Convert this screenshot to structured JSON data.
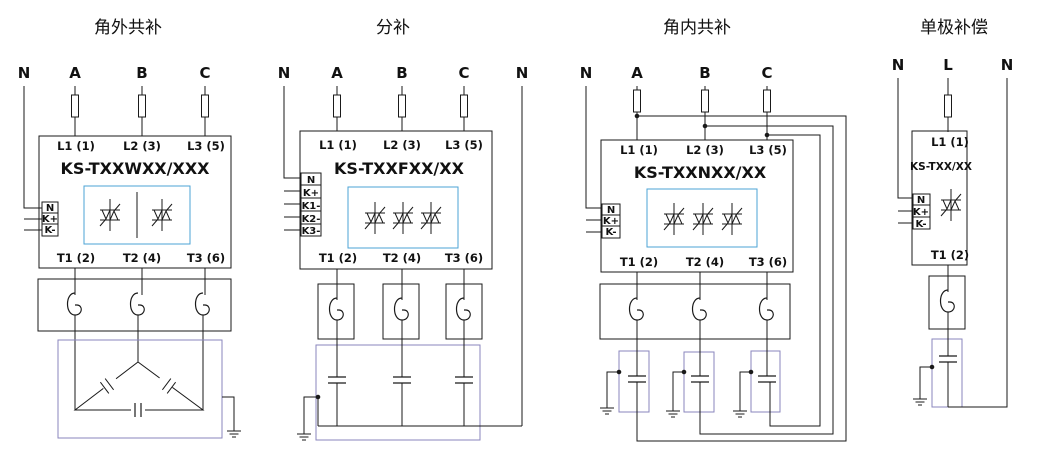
{
  "diagrams": [
    {
      "title": "角外共补",
      "phases": [
        "N",
        "A",
        "B",
        "C"
      ],
      "inputs": [
        "L1 (1)",
        "L2 (3)",
        "L3 (5)"
      ],
      "model": "KS-TXXWXX/XXX",
      "terminals": [
        "N",
        "K+",
        "K-"
      ],
      "outputs": [
        "T1 (2)",
        "T2 (4)",
        "T3 (6)"
      ]
    },
    {
      "title": "分补",
      "phases": [
        "N",
        "A",
        "B",
        "C",
        "N"
      ],
      "inputs": [
        "L1 (1)",
        "L2 (3)",
        "L3 (5)"
      ],
      "model": "KS-TXXFXX/XX",
      "terminals": [
        "N",
        "K+",
        "K1-",
        "K2-",
        "K3-"
      ],
      "outputs": [
        "T1 (2)",
        "T2 (4)",
        "T3 (6)"
      ]
    },
    {
      "title": "角内共补",
      "phases": [
        "N",
        "A",
        "B",
        "C"
      ],
      "inputs": [
        "L1 (1)",
        "L2 (3)",
        "L3 (5)"
      ],
      "model": "KS-TXXNXX/XX",
      "terminals": [
        "N",
        "K+",
        "K-"
      ],
      "outputs": [
        "T1 (2)",
        "T2 (4)",
        "T3 (6)"
      ]
    },
    {
      "title": "单极补偿",
      "phases": [
        "N",
        "L",
        "N"
      ],
      "inputs": [
        "L1 (1)"
      ],
      "model": "KS-TXX/XX",
      "terminals": [
        "N",
        "K+",
        "K-"
      ],
      "outputs": [
        "T1 (2)"
      ]
    }
  ],
  "colors": {
    "line": "#1a1a1a",
    "scr_box": "#4ba3d6",
    "cap_box": "#8a86bd"
  }
}
